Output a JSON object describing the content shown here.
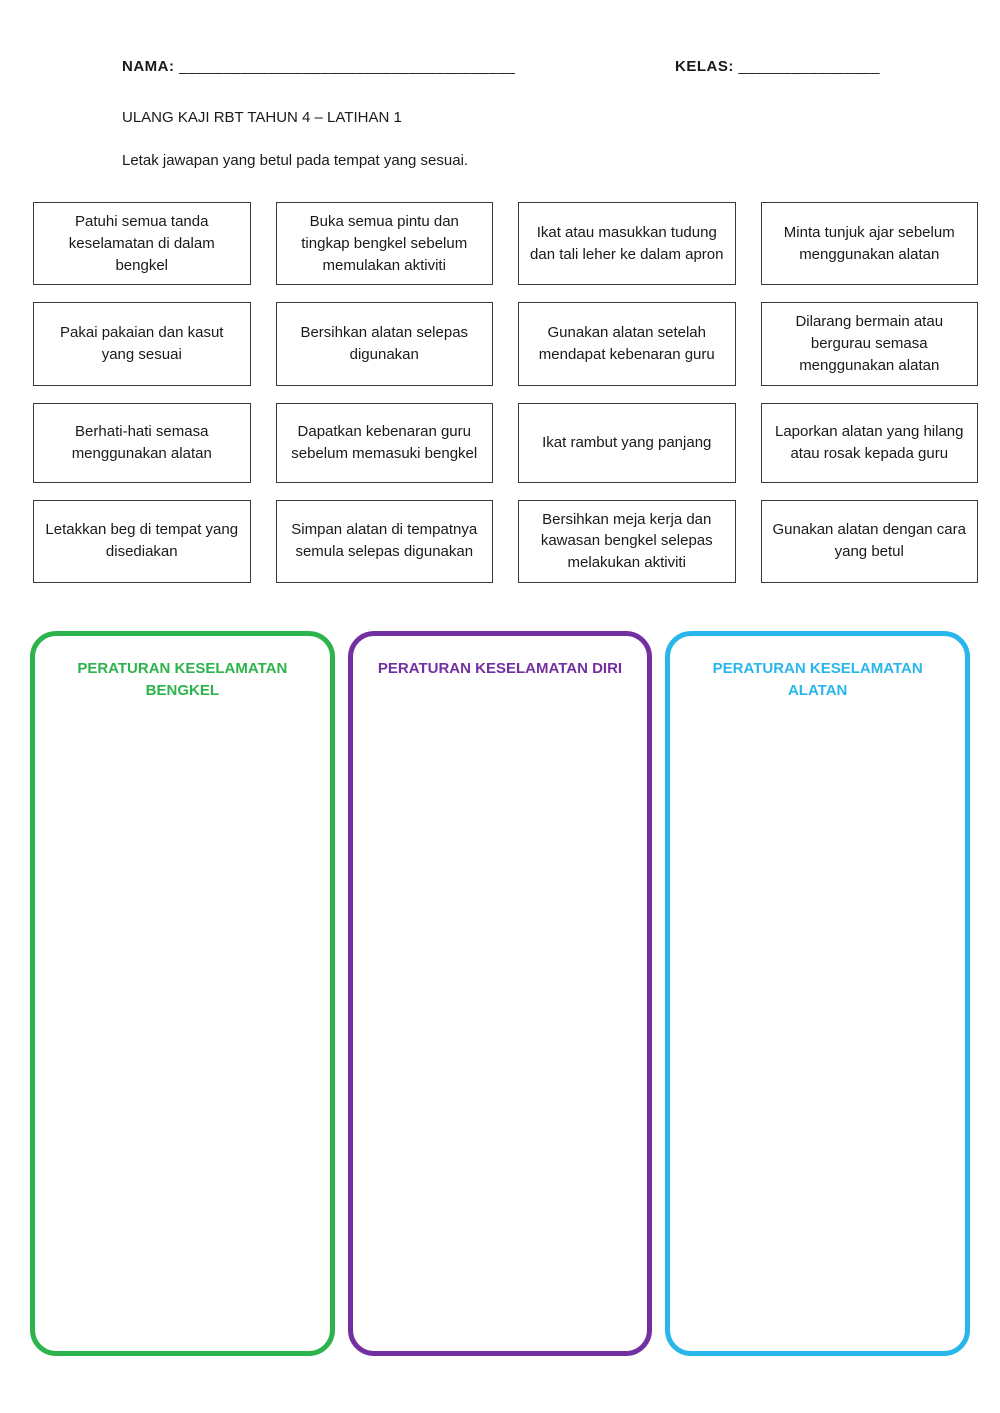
{
  "header": {
    "nama_label": "NAMA:",
    "nama_blank": "______________________________________",
    "kelas_label": "KELAS:",
    "kelas_blank": "________________",
    "title": "ULANG KAJI RBT TAHUN 4 – LATIHAN 1",
    "instruction": "Letak jawapan yang betul pada tempat yang sesuai."
  },
  "cards": [
    "Patuhi semua tanda keselamatan di dalam bengkel",
    "Buka semua pintu dan tingkap bengkel sebelum memulakan aktiviti",
    "Ikat atau masukkan tudung dan tali leher ke dalam apron",
    "Minta tunjuk ajar sebelum menggunakan alatan",
    "Pakai pakaian dan kasut yang sesuai",
    "Bersihkan alatan selepas digunakan",
    "Gunakan alatan setelah mendapat kebenaran guru",
    "Dilarang bermain atau bergurau semasa menggunakan alatan",
    "Berhati-hati semasa menggunakan alatan",
    "Dapatkan kebenaran guru sebelum memasuki bengkel",
    "Ikat rambut yang panjang",
    "Laporkan alatan yang hilang atau rosak kepada guru",
    "Letakkan beg di tempat yang disediakan",
    "Simpan alatan di tempatnya semula selepas digunakan",
    "Bersihkan meja kerja dan kawasan bengkel selepas melakukan aktiviti",
    "Gunakan alatan dengan cara yang betul"
  ],
  "zones": [
    {
      "label": "PERATURAN KESELAMATAN BENGKEL",
      "color": "#2cb34c"
    },
    {
      "label": "PERATURAN KESELAMATAN DIRI",
      "color": "#7330a0"
    },
    {
      "label": "PERATURAN KESELAMATAN ALATAN",
      "color": "#29b6ea"
    }
  ]
}
